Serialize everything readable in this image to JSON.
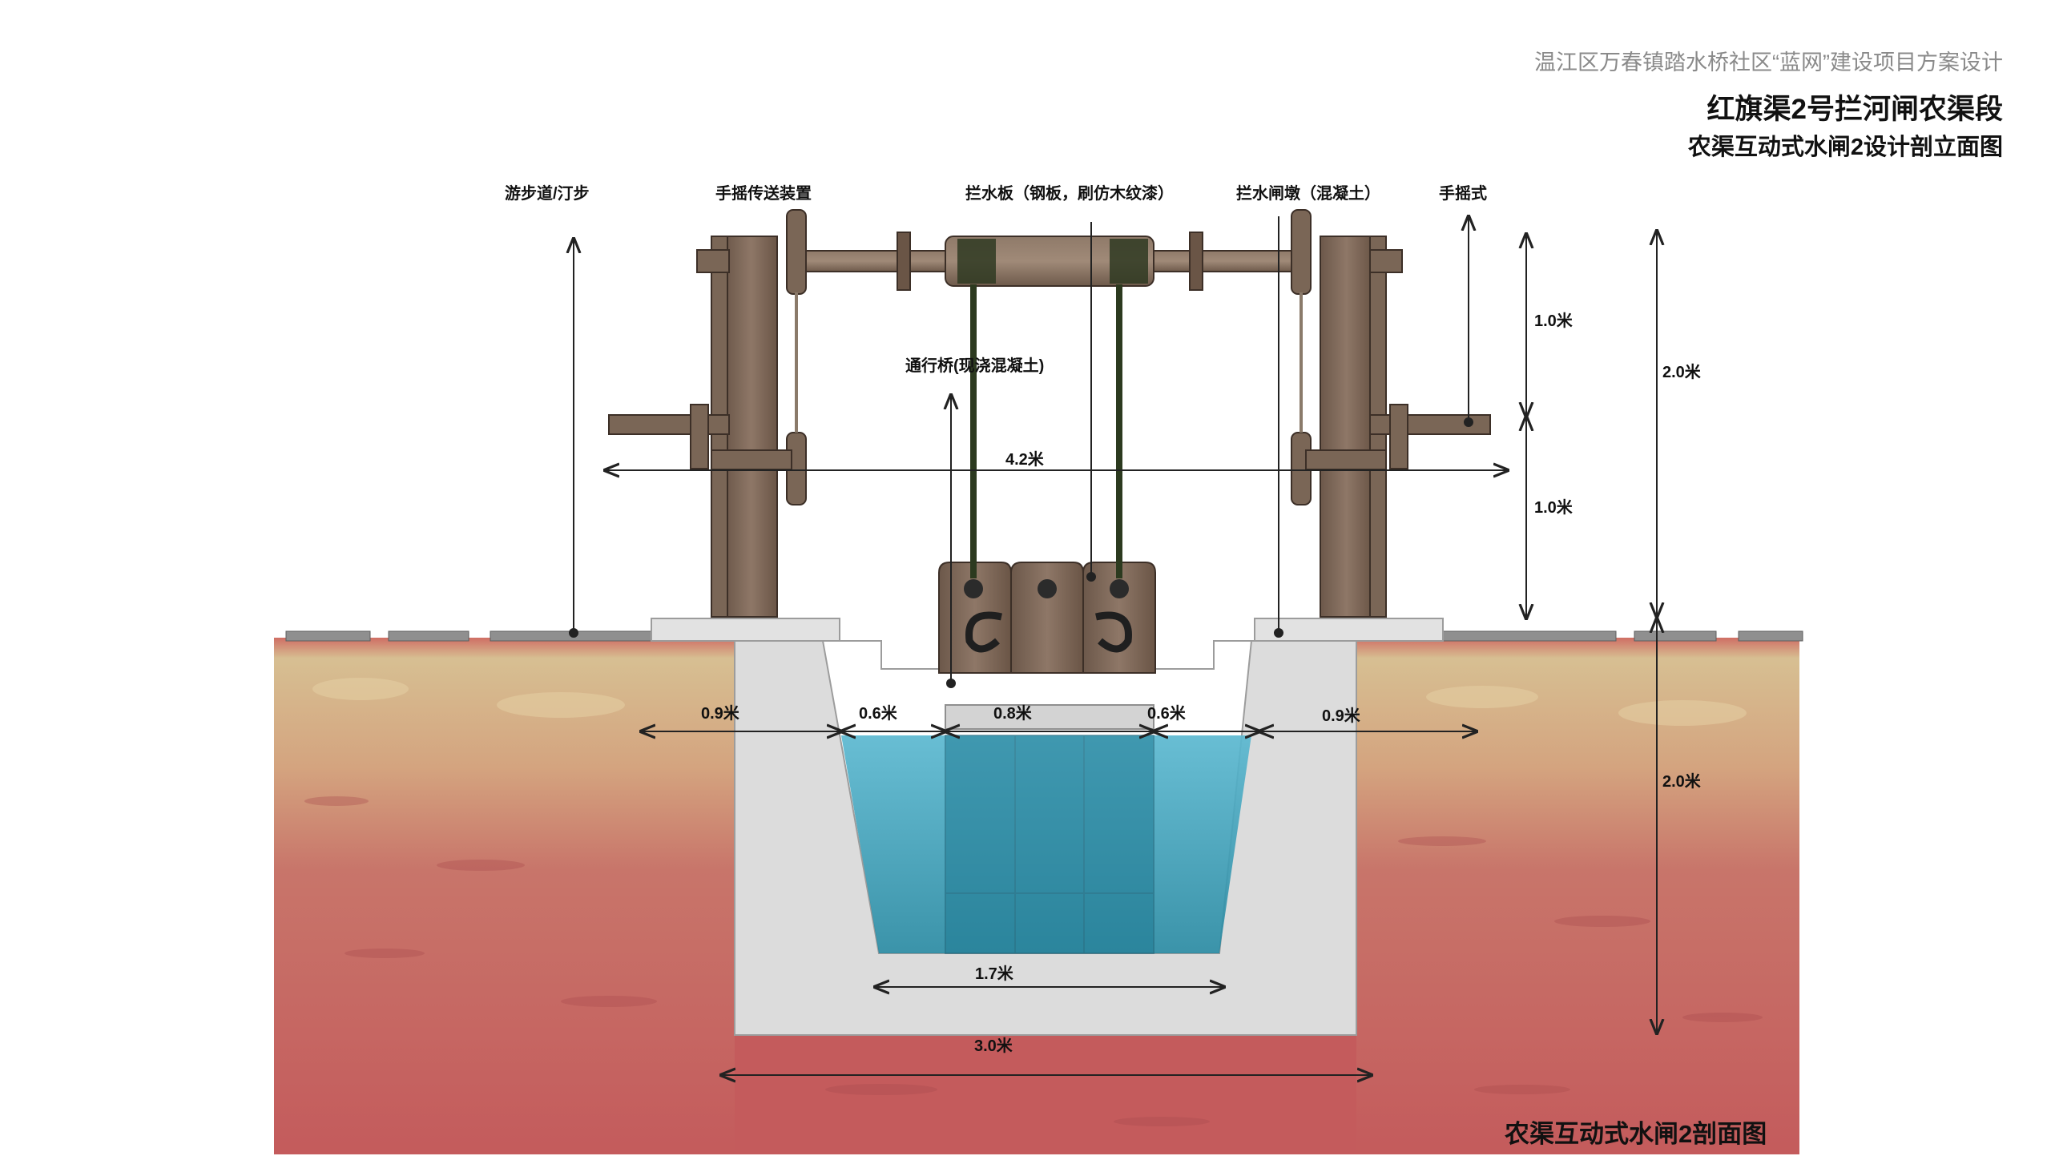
{
  "header": {
    "project": "温江区万春镇踏水桥社区“蓝网”建设项目方案设计",
    "section": "红旗渠2号拦河闸农渠段",
    "drawing": "农渠互动式水闸2设计剖立面图"
  },
  "callouts": {
    "walkway": "游步道/汀步",
    "hand_transmission": "手摇传送装置",
    "gate_board": "拦水板（钢板，刷仿木纹漆）",
    "gate_pier": "拦水闸墩（混凝土）",
    "hand_crank": "手摇式",
    "bridge": "通行桥(现浇混凝土)"
  },
  "dimensions": {
    "upper_height": "1.0米",
    "lower_height": "1.0米",
    "total_height_above": "2.0米",
    "depth_below": "2.0米",
    "frame_span": "4.2米",
    "bank_left": "0.9米",
    "slope_left": "0.6米",
    "gate_width": "0.8米",
    "slope_right": "0.6米",
    "bank_right": "0.9米",
    "channel_bottom": "1.7米",
    "channel_total": "3.0米"
  },
  "caption": "农渠互动式水闸2剖面图",
  "colors": {
    "soil_red": "#c5605c",
    "soil_sand": "#d7bf92",
    "concrete": "#dcdcdc",
    "water": "#2b8ba3",
    "wood": "#7a6656"
  }
}
